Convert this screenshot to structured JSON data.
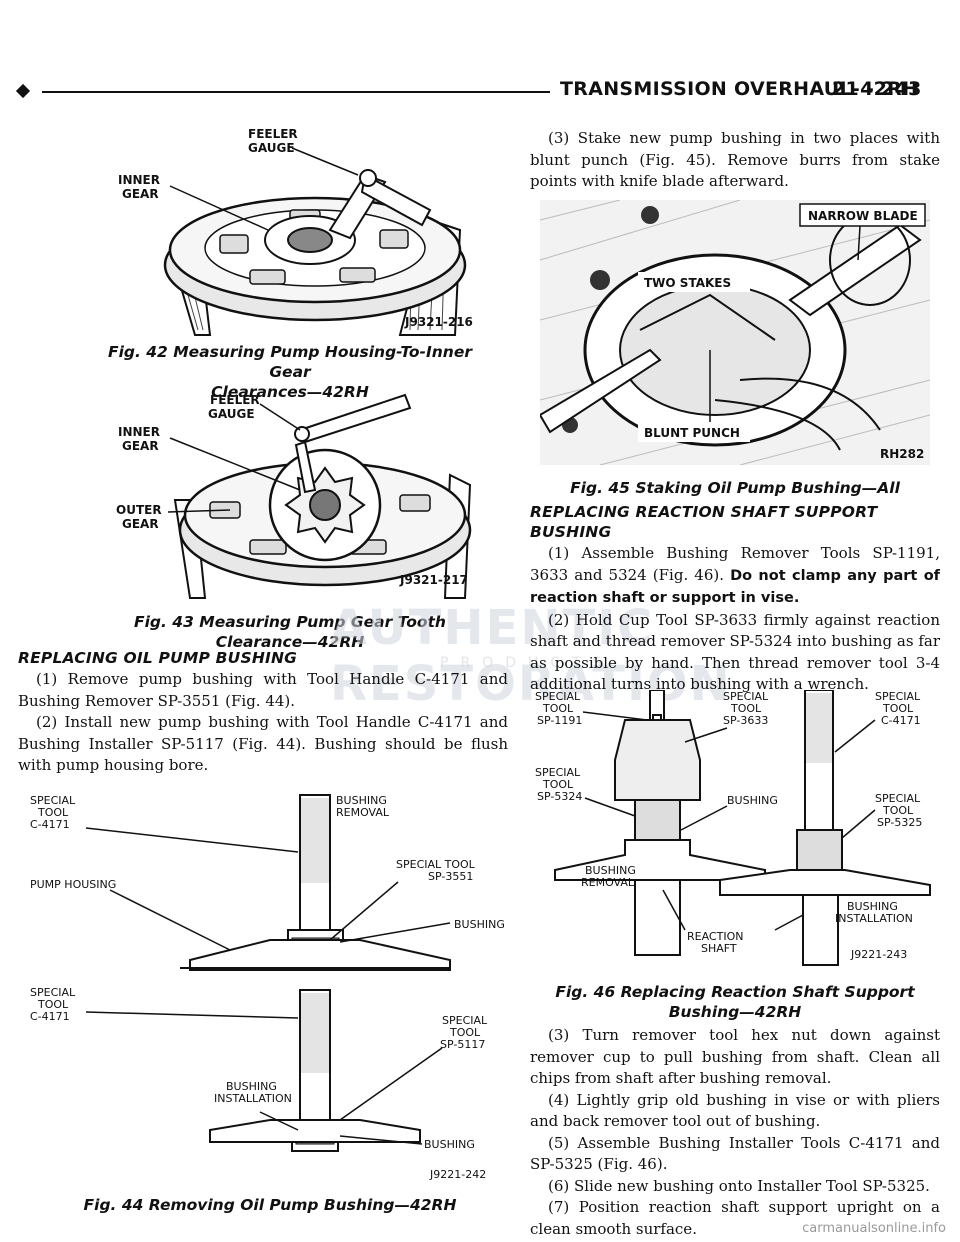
{
  "header": {
    "title": "TRANSMISSION OVERHAUL-42RH",
    "page": "21 - 243"
  },
  "fig42": {
    "labels": {
      "feeler": "FEELER",
      "gauge": "GAUGE",
      "inner": "INNER",
      "gear": "GEAR",
      "code": "J9321-216"
    },
    "caption_line1": "Fig. 42 Measuring Pump Housing-To-Inner Gear",
    "caption_line2": "Clearances—42RH"
  },
  "fig43": {
    "labels": {
      "feeler": "FEELER",
      "gauge": "GAUGE",
      "inner": "INNER",
      "gear": "GEAR",
      "outer": "OUTER",
      "gear2": "GEAR",
      "code": "J9321-217"
    },
    "caption_line1": "Fig. 43 Measuring Pump Gear Tooth",
    "caption_line2": "Clearance—42RH"
  },
  "section_oil_pump": {
    "heading": "REPLACING OIL PUMP BUSHING",
    "p1": "(1) Remove pump bushing with Tool Handle C-4171 and Bushing Remover SP-3551 (Fig. 44).",
    "p2": "(2) Install new pump bushing with Tool Handle C-4171 and Bushing Installer SP-5117 (Fig. 44). Bushing should be flush with pump housing bore."
  },
  "fig44": {
    "labels": {
      "special": "SPECIAL",
      "tool": "TOOL",
      "c4171": "C-4171",
      "bushing": "BUSHING",
      "removal": "REMOVAL",
      "pump_housing": "PUMP HOUSING",
      "special_tool": "SPECIAL TOOL",
      "sp3551": "SP-3551",
      "bushing_right": "BUSHING",
      "special2": "SPECIAL",
      "tool2": "TOOL",
      "c4171b": "C-4171",
      "special3": "SPECIAL",
      "tool3": "TOOL",
      "sp5117": "SP-5117",
      "bushing2": "BUSHING",
      "installation": "INSTALLATION",
      "bushing_bottom": "BUSHING",
      "code": "J9221-242"
    },
    "caption": "Fig. 44 Removing Oil Pump Bushing—42RH"
  },
  "right_intro": "(3) Stake new pump bushing in two places with blunt punch (Fig. 45). Remove burrs from stake points with knife blade afterward.",
  "fig45": {
    "labels": {
      "narrow_blade": "NARROW BLADE",
      "two_stakes": "TWO STAKES",
      "blunt_punch": "BLUNT PUNCH",
      "code": "RH282"
    },
    "caption": "Fig. 45 Staking Oil Pump Bushing—All"
  },
  "section_reaction": {
    "heading_line1": "REPLACING REACTION SHAFT SUPPORT",
    "heading_line2": "BUSHING",
    "p1_text": "(1) Assemble Bushing Remover Tools SP-1191, 3633 and 5324 (Fig. 46).",
    "p1_bold": "Do not clamp any part of reaction shaft or support in vise.",
    "p2": "(2) Hold Cup Tool SP-3633 firmly against reaction shaft and thread remover SP-5324 into bushing as far as possible by hand. Then thread remover tool 3-4 additional turns into bushing with a wrench."
  },
  "fig46": {
    "labels": {
      "special_a": "SPECIAL",
      "tool_a": "TOOL",
      "sp1191": "SP-1191",
      "special_b": "SPECIAL",
      "tool_b": "TOOL",
      "sp3633": "SP-3633",
      "special_c": "SPECIAL",
      "tool_c": "TOOL",
      "c4171": "C-4171",
      "special_d": "SPECIAL",
      "tool_d": "TOOL",
      "sp5324": "SP-5324",
      "bushing": "BUSHING",
      "special_e": "SPECIAL",
      "tool_e": "TOOL",
      "sp5325": "SP-5325",
      "bushing2": "BUSHING",
      "removal": "REMOVAL",
      "bushing3": "BUSHING",
      "installation": "INSTALLATION",
      "reaction": "REACTION",
      "shaft": "SHAFT",
      "code": "J9221-243"
    },
    "caption_line1": "Fig. 46 Replacing Reaction Shaft Support",
    "caption_line2": "Bushing—42RH"
  },
  "right_after": {
    "p3": "(3) Turn remover tool hex nut down against remover cup to pull bushing from shaft. Clean all chips from shaft after bushing removal.",
    "p4": "(4) Lightly grip old bushing in vise or with pliers and back remover tool out of bushing.",
    "p5": "(5) Assemble Bushing Installer Tools C-4171 and SP-5325 (Fig. 46).",
    "p6": "(6) Slide new bushing onto Installer Tool SP-5325.",
    "p7": "(7) Position reaction shaft support upright on a clean smooth surface."
  },
  "watermark": {
    "line1": "AUTHENTIC RESTORATION",
    "line2": "PRODUCTS"
  },
  "footer": "carmanualsonline.info"
}
